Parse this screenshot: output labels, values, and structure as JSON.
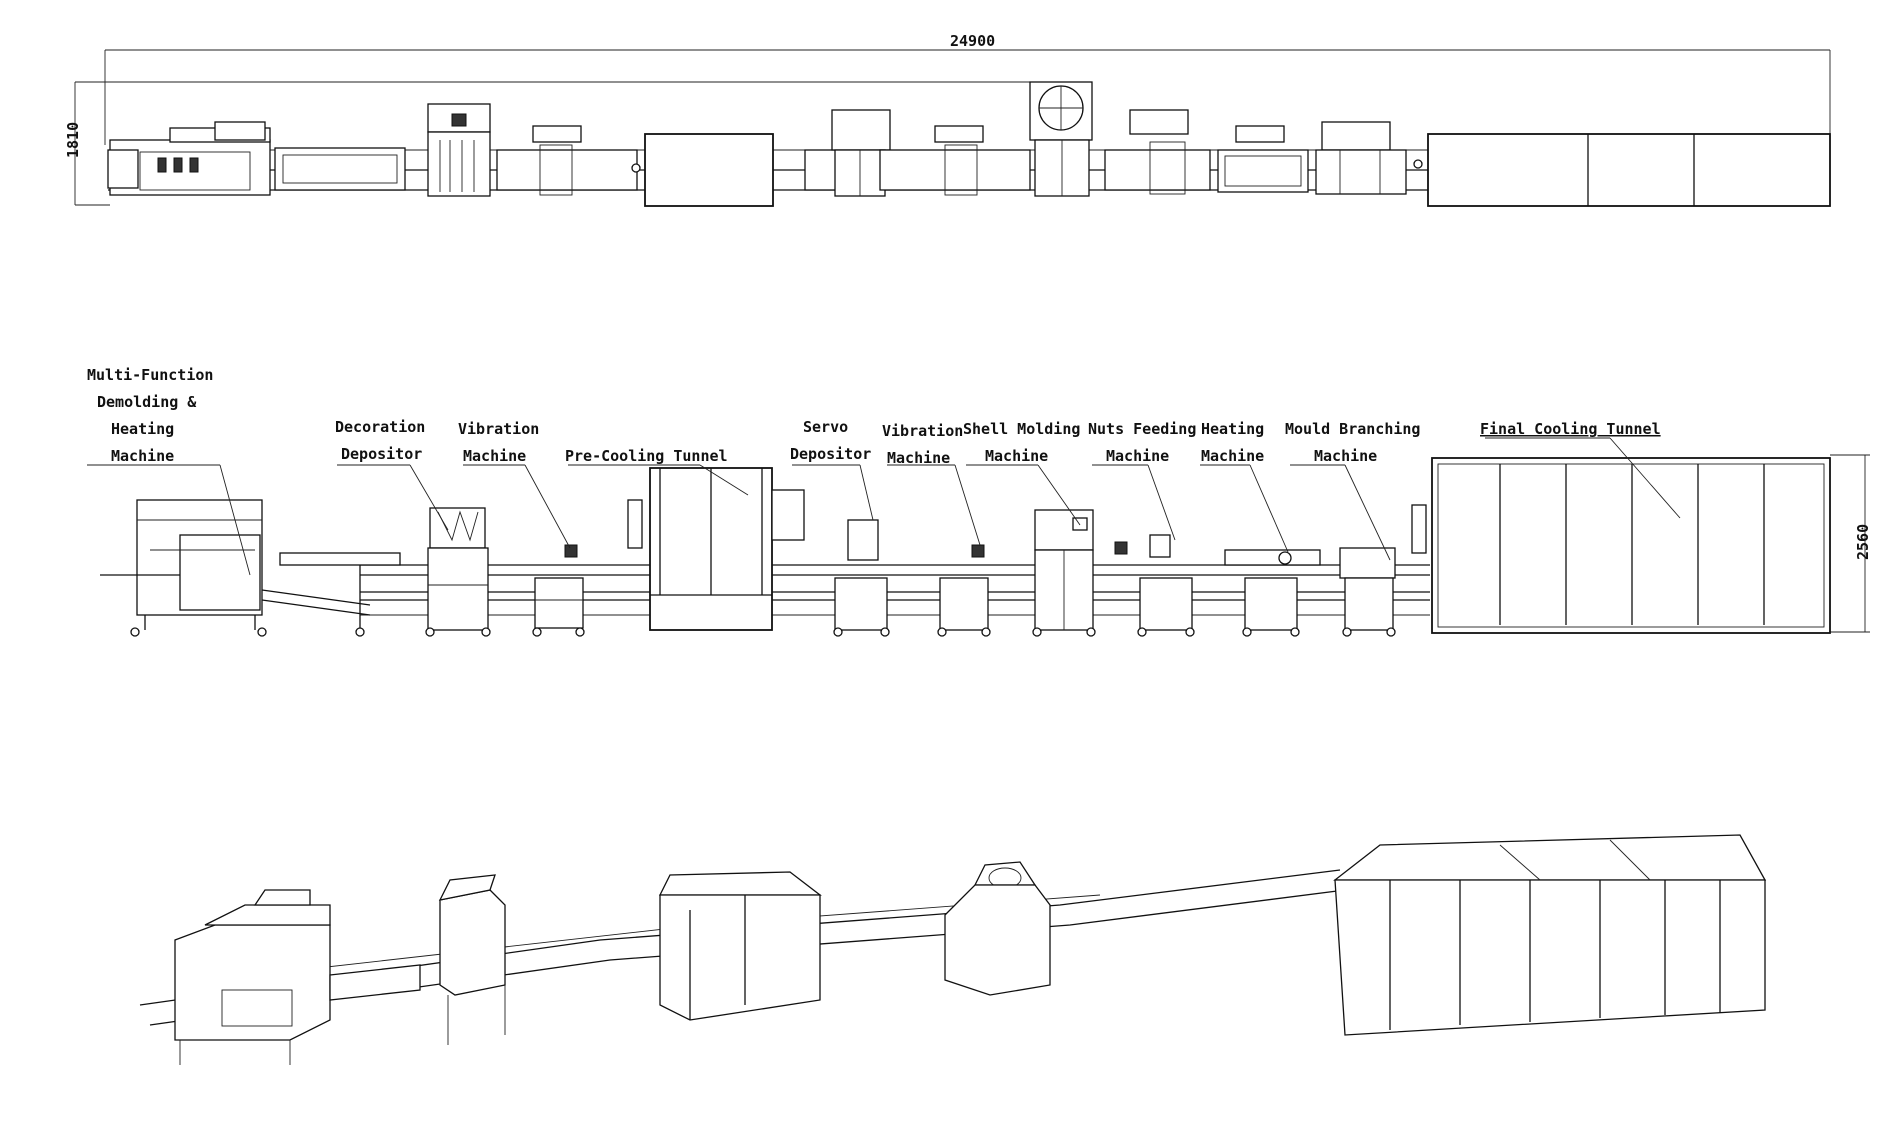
{
  "dimensions": {
    "total_length": "24900",
    "width": "1810",
    "height": "2560"
  },
  "labels": {
    "multi_function": [
      "Multi-Function",
      "Demolding &",
      "Heating",
      "Machine"
    ],
    "decoration_depositor": [
      "Decoration",
      "Depositor"
    ],
    "vibration_1": [
      "Vibration",
      "Machine"
    ],
    "pre_cooling_tunnel": [
      "Pre-Cooling Tunnel"
    ],
    "servo_depositor": [
      "Servo",
      "Depositor"
    ],
    "vibration_2": [
      "Vibration",
      "Machine"
    ],
    "shell_molding": [
      "Shell Molding",
      "Machine"
    ],
    "nuts_feeding": [
      "Nuts Feeding",
      "Machine"
    ],
    "heating": [
      "Heating",
      "Machine"
    ],
    "mould_branching": [
      "Mould Branching",
      "Machine"
    ],
    "final_cooling_tunnel": [
      "Final Cooling Tunnel"
    ]
  }
}
